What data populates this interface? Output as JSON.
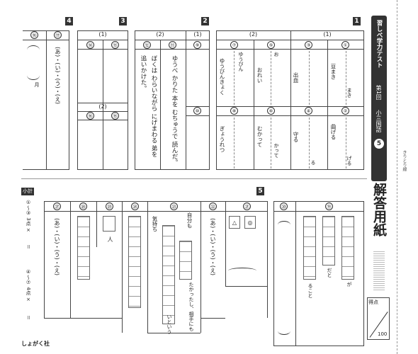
{
  "sections": {
    "s1": "1",
    "s2": "2",
    "s3": "3",
    "s4": "4",
    "s5": "5"
  },
  "subtotal_label": "小計",
  "subtotal_lines": [
    "①〜③ 3点 ×",
    "＝",
    "④〜⑦ 4点 ×",
    "＝"
  ],
  "header_title": "習しべ学力テスト",
  "header_round": "第1回",
  "header_subject": "小三国語",
  "header_num": "5",
  "answer_title": "解答用紙",
  "score_label": "得点",
  "score_max": "100",
  "cut_line": "きりとり線",
  "publisher": "しょがく社",
  "top": {
    "q1": {
      "group1": "(1)",
      "group2": "(2)"
    },
    "q2": {
      "group1": "(1)",
      "group2": "(2)"
    },
    "q3": {
      "group1": "(1)",
      "group2": "(2)"
    },
    "nums": {
      "n1": "①",
      "n2": "②",
      "n3": "③",
      "n4": "④",
      "n5": "⑤",
      "n6": "⑥",
      "n7": "⑦",
      "n8": "⑧",
      "n9": "⑨",
      "n10": "⑩",
      "n11": "⑪",
      "n12": "⑫",
      "n13": "⑬",
      "n14": "⑭",
      "n15": "⑮",
      "n16": "⑯",
      "n17": "⑰"
    },
    "texts": {
      "t1": "まき",
      "t2": "げる",
      "t3": "豆まき",
      "t4": "曲げる",
      "t5": "る",
      "t6": "出血",
      "t7": "守る",
      "t8": "お",
      "t9": "かって",
      "t10": "おれい",
      "t11": "むかって",
      "t12": "ゆうびん",
      "t13": "ゆうびんきょく",
      "t14": "ぎょうれつ",
      "t15": "ゆうべ かりた 本を むちゅうで 読んだ。",
      "t16": "ぼくは わらいながら にげまわる 弟を",
      "t17": "追いかけた。",
      "t18": "(あ)・(い)・(う)・(え)",
      "t19": "月"
    }
  },
  "bottom": {
    "nums": {
      "n19": "⑲",
      "n20": "⑳",
      "n21": "㉑",
      "n22": "㉒",
      "n23": "㉓",
      "n24": "㉔",
      "n25": "㉕",
      "n26": "㉖",
      "n27": "㉗"
    },
    "texts": {
      "b1": "(あ)・(い)・(う)・(え)",
      "b2": "人",
      "b3": "気持ち",
      "b4": "自分も",
      "b5": "たかったし、相手にも",
      "b6": "いという",
      "b7": "(あ)・(い)・(う)・(え)",
      "b8": "だと",
      "b9": "が",
      "b10": "ること"
    }
  }
}
